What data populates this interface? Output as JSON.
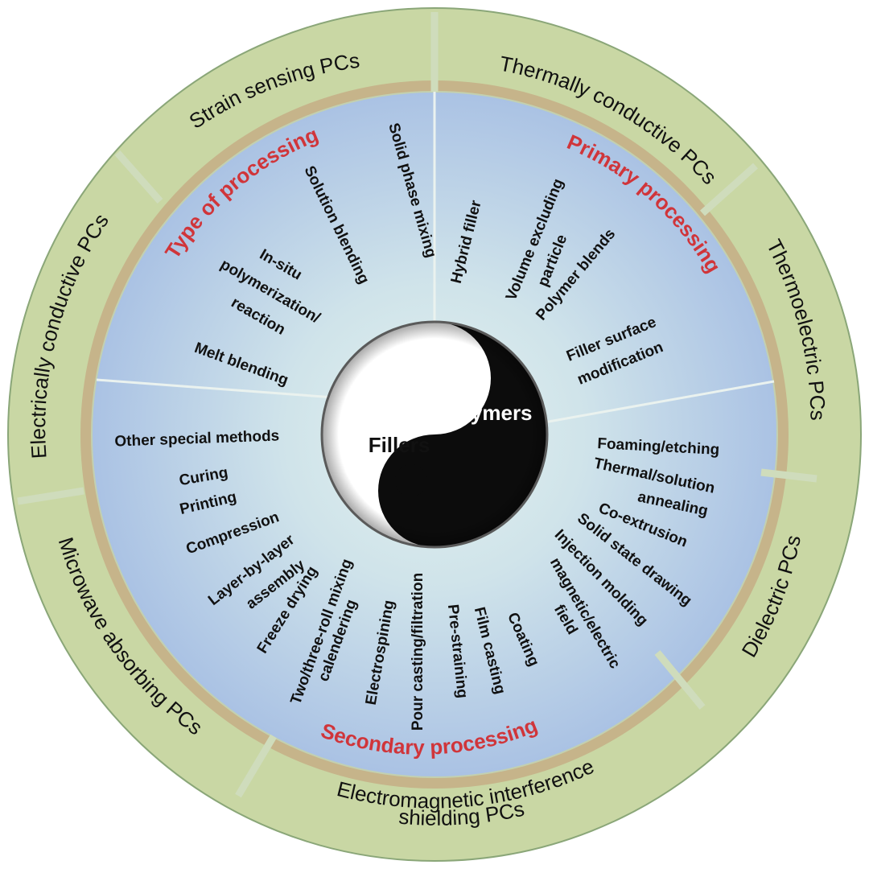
{
  "colors": {
    "outer_ring": "#c9d7a4",
    "outer_ring_edge": "#8aa678",
    "segment_border": "#c8d4b6",
    "tan_band": "#c6b48a",
    "inner_disc": "#b7cce8",
    "inner_disc_light": "#d9ecee",
    "heading": "#d0353a"
  },
  "applications": [
    "Strain sensing PCs",
    "Thermally conductive PCs",
    "Thermoelectric PCs",
    "Dielectric PCs",
    "Electromagnetic interference",
    "shielding PCs",
    "Microwave absorbing PCs",
    "Electrically conductive PCs"
  ],
  "headings": {
    "type": "Type of processing",
    "primary": "Primary processing",
    "secondary": "Secondary processing"
  },
  "type_items": [
    "Solid phase mixing",
    "Solution blending",
    "In-situ",
    "polymerization/",
    "reaction",
    "Melt blending"
  ],
  "primary_items": [
    "Hybrid filler",
    "Volume excluding",
    "particle",
    "Polymer blends",
    "Filler surface",
    "modification"
  ],
  "secondary_right_items": [
    "Foaming/etching",
    "Thermal/solution",
    "annealing",
    "Co-extrusion",
    "Solid state drawing",
    "Injection molding",
    "magnetic/electric",
    "field",
    "Coating",
    "Film casting",
    "Pre-straining",
    "Pour casting/filtration",
    "Electrospining",
    "Two/three-roll mixing",
    "calendering",
    "Freeze drying"
  ],
  "secondary_left_items": [
    "Other special methods",
    "Curing",
    "Printing",
    "Compression",
    "Layer-by-layer",
    "assembly"
  ],
  "center": {
    "polymers": "Polymers",
    "fillers": "Fillers"
  }
}
